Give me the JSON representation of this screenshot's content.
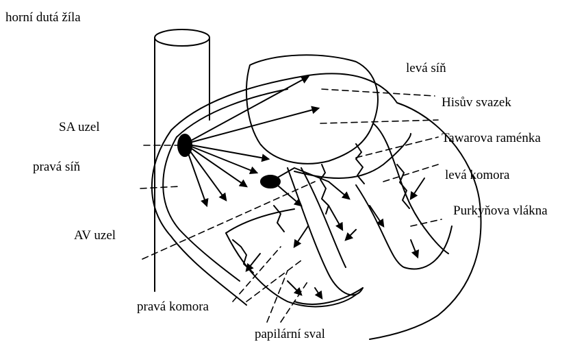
{
  "labels": {
    "superior_vena_cava": "horní dutá žíla",
    "left_atrium": "levá síň",
    "bundle_of_his": "Hisův svazek",
    "sa_node": "SA uzel",
    "tawara_branches": "Tawarova raménka",
    "right_atrium": "pravá síň",
    "left_ventricle": "levá komora",
    "purkinje_fibers": "Purkyňova vlákna",
    "av_node": "AV uzel",
    "right_ventricle": "pravá komora",
    "papillary_muscle": "papilární sval"
  },
  "colors": {
    "ink": "#000000",
    "background": "#ffffff"
  }
}
